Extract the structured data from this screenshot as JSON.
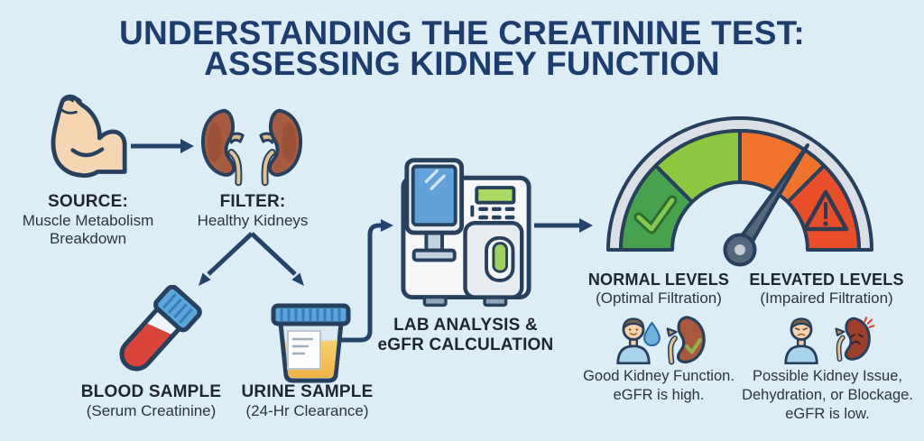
{
  "title": {
    "line1": "UNDERSTANDING THE CREATININE TEST:",
    "line2": "ASSESSING KIDNEY FUNCTION"
  },
  "flow": {
    "source": {
      "icon": "flexed-bicep-icon",
      "label": "SOURCE:",
      "line1": "Muscle Metabolism",
      "line2": "Breakdown"
    },
    "filter": {
      "icon": "kidneys-icon",
      "label": "FILTER:",
      "line1": "Healthy Kidneys"
    },
    "blood": {
      "icon": "blood-tube-icon",
      "label": "BLOOD SAMPLE",
      "line1": "(Serum Creatinine)"
    },
    "urine": {
      "icon": "urine-cup-icon",
      "label": "URINE SAMPLE",
      "line1": "(24-Hr Clearance)"
    },
    "lab": {
      "icon": "lab-analyzer-icon",
      "line1": "LAB ANALYSIS &",
      "line2": "eGFR CALCULATION"
    }
  },
  "results": {
    "gauge": {
      "segment_colors": [
        "#47a14f",
        "#8dc63f",
        "#f1742e",
        "#e84e29"
      ],
      "segment_icons": [
        "checkmark-icon",
        "",
        "",
        "warning-triangle-icon"
      ],
      "needle_zone": "orange"
    },
    "normal": {
      "heading": "NORMAL LEVELS",
      "sub": "(Optimal Filtration)",
      "icons": [
        "person-happy-icon",
        "water-droplet-icon",
        "kidney-healthy-icon"
      ],
      "cap1": "Good Kidney Function.",
      "cap2": "eGFR is high."
    },
    "elevated": {
      "heading": "ELEVATED LEVELS",
      "sub": "(Impaired Filtration)",
      "icons": [
        "person-sad-icon",
        "kidney-distressed-icon"
      ],
      "cap1": "Possible Kidney Issue,",
      "cap2": "Dehydration, or Blockage.",
      "cap3": "eGFR is low."
    }
  },
  "colors": {
    "background": "#ddedf6",
    "outline_navy": "#27405e",
    "title_navy": "#1d3d6e",
    "text_dark": "#2a3340",
    "gauge_rim": "#dbe0e6",
    "needle": "#53687c",
    "check_green": "#83c94f",
    "alert_red": "#e0432e",
    "skin": "#f6d6b2",
    "kidney_brown": "#a75c41",
    "blood_red": "#d9453b",
    "urine_yellow": "#f3bf52",
    "cap_blue": "#5aa7dd"
  }
}
